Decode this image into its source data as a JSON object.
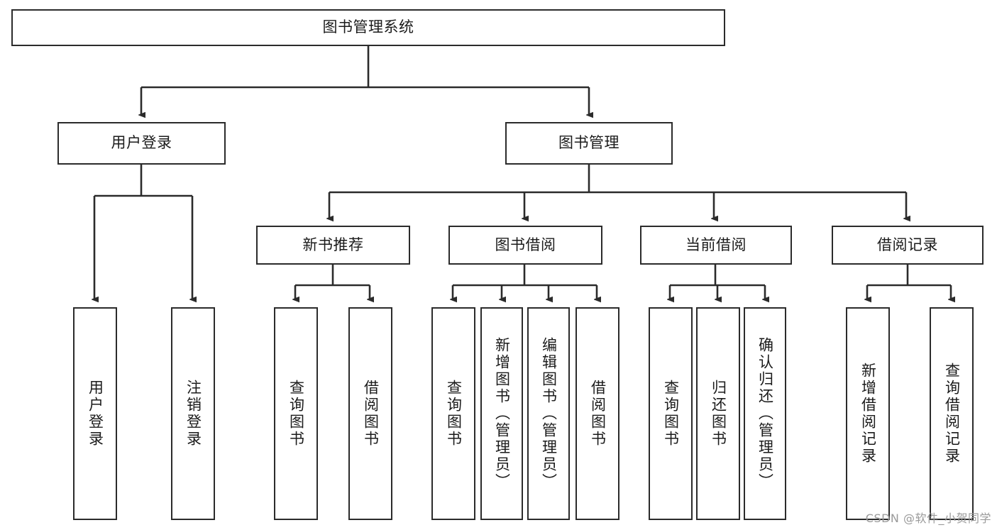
{
  "diagram": {
    "type": "tree-hierarchy-chart",
    "root": {
      "id": "root",
      "label": "图书管理系统"
    },
    "level2": [
      {
        "id": "user-login",
        "label": "用户登录"
      },
      {
        "id": "book-management",
        "label": "图书管理"
      }
    ],
    "level3": [
      {
        "id": "new-book-recommend",
        "label": "新书推荐",
        "parent": "book-management"
      },
      {
        "id": "book-borrow",
        "label": "图书借阅",
        "parent": "book-management"
      },
      {
        "id": "current-borrow",
        "label": "当前借阅",
        "parent": "book-management"
      },
      {
        "id": "borrow-record",
        "label": "借阅记录",
        "parent": "book-management"
      }
    ],
    "leaves": [
      {
        "id": "leaf-user-login",
        "label": "用户登录",
        "parent": "user-login"
      },
      {
        "id": "leaf-logout",
        "label": "注销登录",
        "parent": "user-login"
      },
      {
        "id": "leaf-query-book-1",
        "label": "查询图书",
        "parent": "new-book-recommend"
      },
      {
        "id": "leaf-borrow-book-1",
        "label": "借阅图书",
        "parent": "new-book-recommend"
      },
      {
        "id": "leaf-query-book-2",
        "label": "查询图书",
        "parent": "book-borrow"
      },
      {
        "id": "leaf-add-book",
        "label": "新增图书（管理员）",
        "parent": "book-borrow"
      },
      {
        "id": "leaf-edit-book",
        "label": "编辑图书（管理员）",
        "parent": "book-borrow"
      },
      {
        "id": "leaf-borrow-book-2",
        "label": "借阅图书",
        "parent": "book-borrow"
      },
      {
        "id": "leaf-query-book-3",
        "label": "查询图书",
        "parent": "current-borrow"
      },
      {
        "id": "leaf-return-book",
        "label": "归还图书",
        "parent": "current-borrow"
      },
      {
        "id": "leaf-confirm-return",
        "label": "确认归还（管理员）",
        "parent": "current-borrow"
      },
      {
        "id": "leaf-add-record",
        "label": "新增借阅记录",
        "parent": "borrow-record"
      },
      {
        "id": "leaf-query-record",
        "label": "查询借阅记录",
        "parent": "borrow-record"
      }
    ]
  },
  "watermark": {
    "text": "CSDN @软件_小贺同学"
  },
  "colors": {
    "stroke": "#2b2b2b",
    "fill": "#ffffff",
    "text": "#1b1b1b",
    "watermark": "#9a9a9a"
  }
}
